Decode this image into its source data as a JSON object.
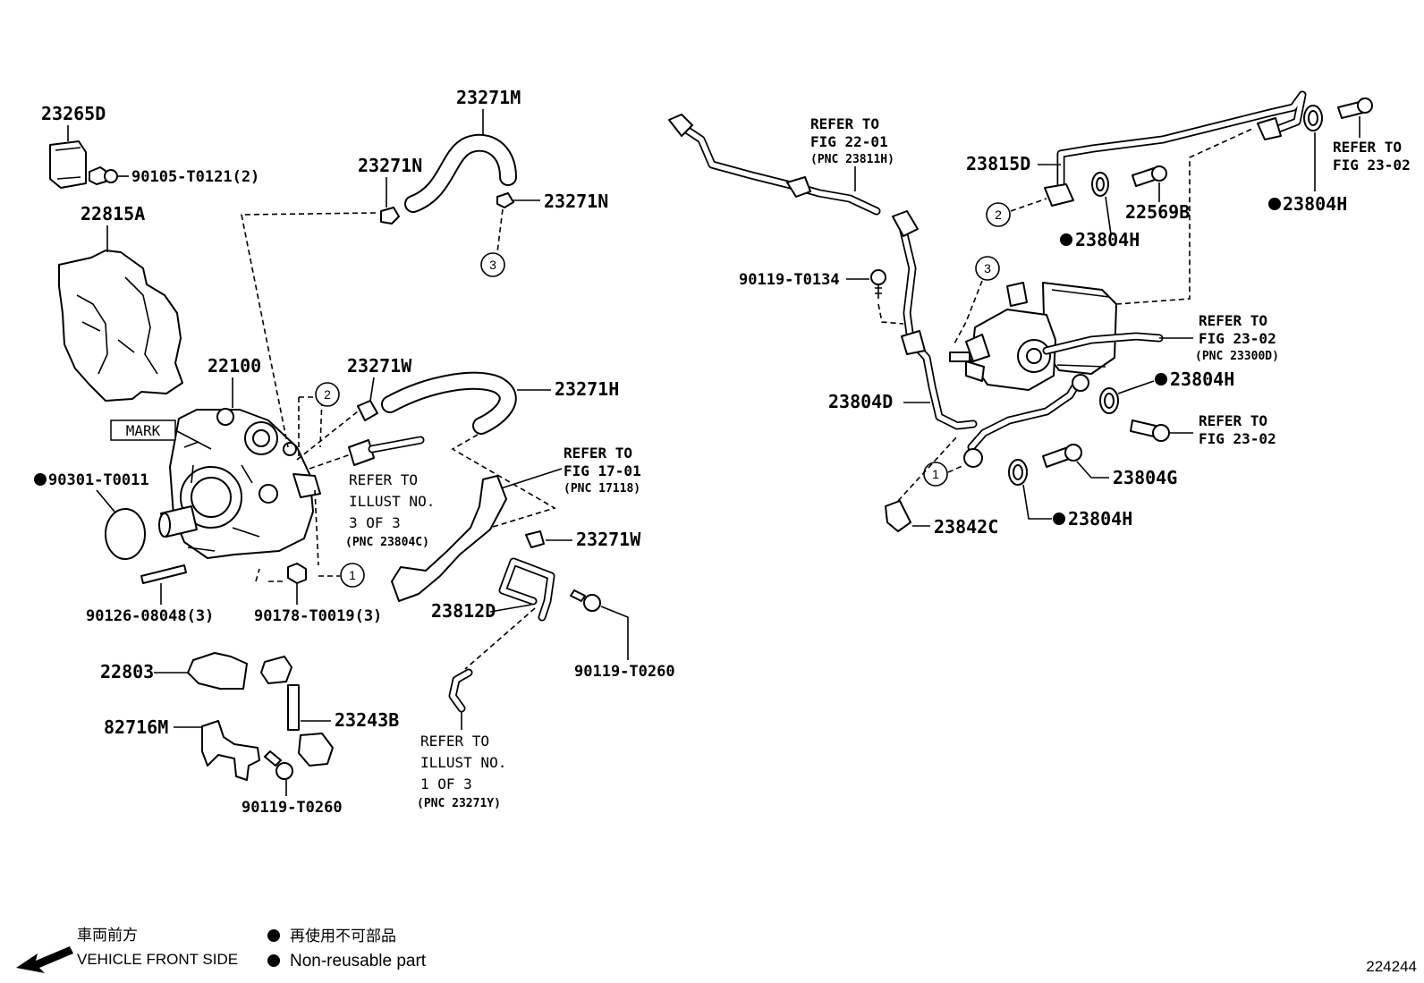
{
  "labels": {
    "p23265D": "23265D",
    "p90105": "90105-T0121(2)",
    "p22815A": "22815A",
    "p22100": "22100",
    "mark": "MARK",
    "p90301": "90301-T0011",
    "p90126": "90126-08048(3)",
    "p90178": "90178-T0019(3)",
    "p22803": "22803",
    "p82716M": "82716M",
    "p23243B": "23243B",
    "p90119_bl": "90119-T0260",
    "p23271M": "23271M",
    "p23271N_a": "23271N",
    "p23271N_b": "23271N",
    "p23271W_a": "23271W",
    "p23271H": "23271H",
    "p23271W_b": "23271W",
    "p23812D": "23812D",
    "p90119_mid": "90119-T0260",
    "p90119_T0134": "90119-T0134",
    "p23815D": "23815D",
    "p22569B": "22569B",
    "p23804H_1": "23804H",
    "p23804H_2": "23804H",
    "p23804H_3": "23804H",
    "p23804H_4": "23804H",
    "p23804D": "23804D",
    "p23804G": "23804G",
    "p23842C": "23842C"
  },
  "refs": {
    "r_illust3": [
      "REFER TO",
      "ILLUST NO.",
      "3 OF 3",
      "(PNC 23804C)"
    ],
    "r_fig1701": [
      "REFER TO",
      "FIG 17-01",
      "(PNC 17118)"
    ],
    "r_illust1": [
      "REFER TO",
      "ILLUST NO.",
      "1 OF 3",
      "(PNC 23271Y)"
    ],
    "r_fig2201": [
      "REFER TO",
      "FIG 22-01",
      "(PNC 23811H)"
    ],
    "r_fig2302_a": [
      "REFER TO",
      "FIG 23-02"
    ],
    "r_fig2302_b": [
      "REFER TO",
      "FIG 23-02",
      "(PNC 23300D)"
    ],
    "r_fig2302_c": [
      "REFER TO",
      "FIG 23-02"
    ]
  },
  "callouts": [
    "1",
    "2",
    "3"
  ],
  "legend": {
    "front_jp": "車両前方",
    "front_en": "VEHICLE FRONT SIDE",
    "nonreuse_jp": "再使用不可部品",
    "nonreuse_en": "Non-reusable part"
  },
  "illustration_number": "224244"
}
